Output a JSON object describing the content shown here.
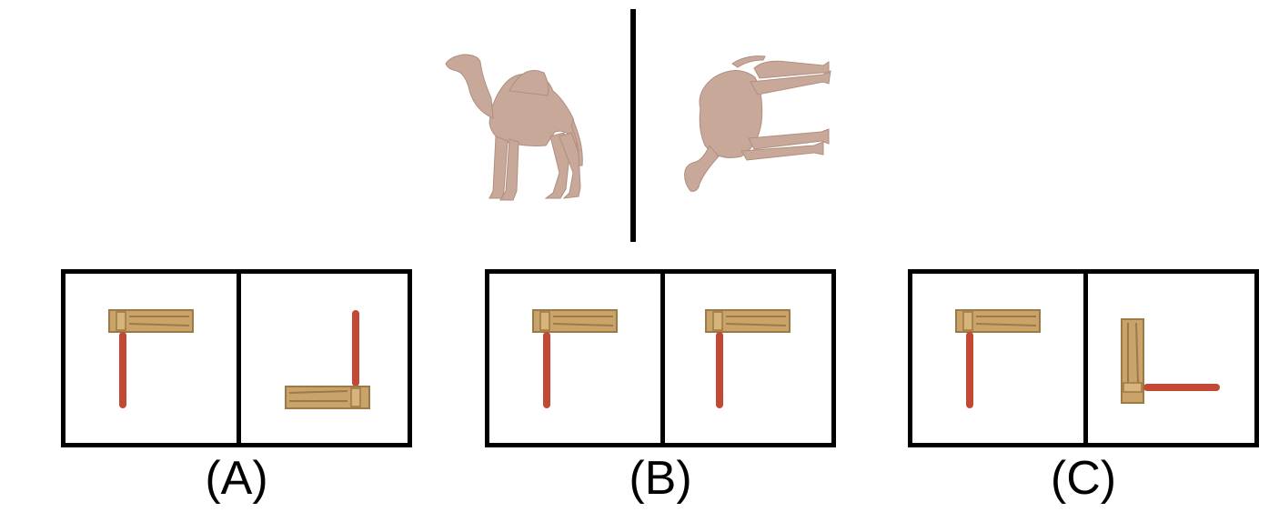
{
  "reference": {
    "left": "camel-upright",
    "right": "camel-rotated"
  },
  "options": [
    {
      "label": "(A)",
      "left": "ratchet-upright",
      "right": "ratchet-flipped"
    },
    {
      "label": "(B)",
      "left": "ratchet-upright",
      "right": "ratchet-upright"
    },
    {
      "label": "(C)",
      "left": "ratchet-upright",
      "right": "ratchet-rotated"
    }
  ],
  "colors": {
    "camel": "#c8a898",
    "wood": "#c9a36a",
    "wood_dark": "#9c7a45",
    "handle": "#c24a35",
    "border": "#000000"
  }
}
